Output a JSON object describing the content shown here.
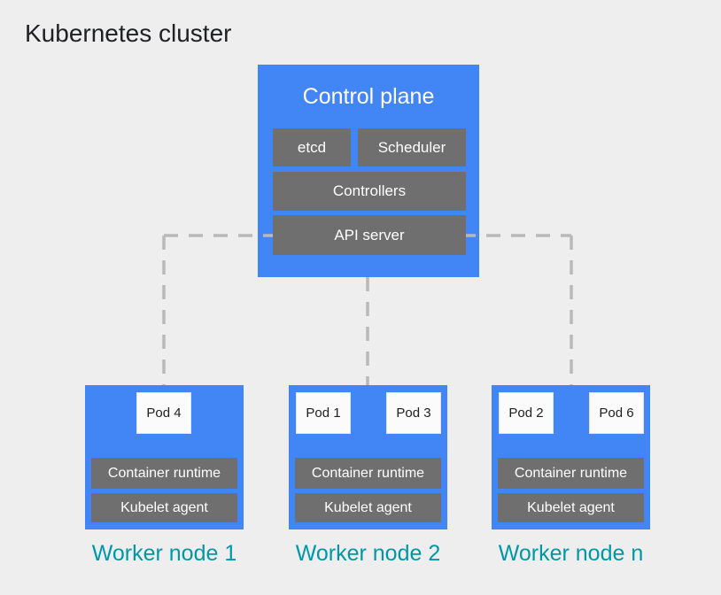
{
  "title": "Kubernetes cluster",
  "colors": {
    "bg": "#EEEEEE",
    "blue": "#4285F4",
    "gray": "#6F6F6F",
    "teal": "#0097A7",
    "dash": "#B9B9B9",
    "pod": "#FBFBFB"
  },
  "control_plane": {
    "title": "Control plane",
    "etcd": "etcd",
    "scheduler": "Scheduler",
    "controllers": "Controllers",
    "api_server": "API server"
  },
  "worker_nodes": [
    {
      "label": "Worker node 1",
      "pods": [
        "Pod 4"
      ],
      "runtime": "Container runtime",
      "kubelet": "Kubelet agent"
    },
    {
      "label": "Worker node 2",
      "pods": [
        "Pod 1",
        "Pod 3"
      ],
      "runtime": "Container runtime",
      "kubelet": "Kubelet agent"
    },
    {
      "label": "Worker node n",
      "pods": [
        "Pod 2",
        "Pod 6"
      ],
      "runtime": "Container runtime",
      "kubelet": "Kubelet agent"
    }
  ]
}
